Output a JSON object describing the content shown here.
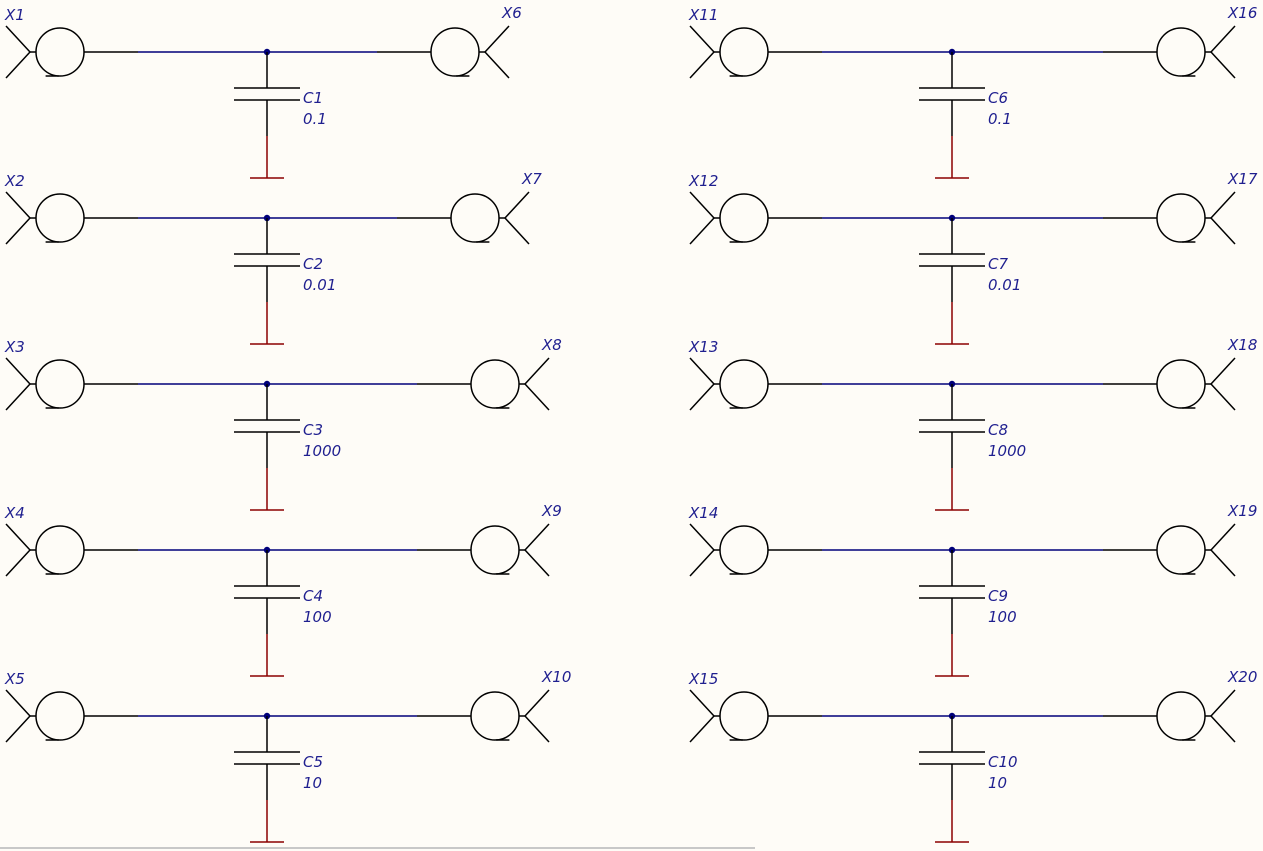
{
  "colors": {
    "background": "#fefcf7",
    "symbol": "#000000",
    "wire": "#00007a",
    "ground": "#8b0000",
    "label": "#1f1f8f"
  },
  "columns": [
    {
      "rows": [
        {
          "left_connector": "X1",
          "right_connector": "X6",
          "capacitor": "C1",
          "value": "0.1"
        },
        {
          "left_connector": "X2",
          "right_connector": "X7",
          "capacitor": "C2",
          "value": "0.01"
        },
        {
          "left_connector": "X3",
          "right_connector": "X8",
          "capacitor": "C3",
          "value": "1000"
        },
        {
          "left_connector": "X4",
          "right_connector": "X9",
          "capacitor": "C4",
          "value": "100"
        },
        {
          "left_connector": "X5",
          "right_connector": "X10",
          "capacitor": "C5",
          "value": "10"
        }
      ]
    },
    {
      "rows": [
        {
          "left_connector": "X11",
          "right_connector": "X16",
          "capacitor": "C6",
          "value": "0.1"
        },
        {
          "left_connector": "X12",
          "right_connector": "X17",
          "capacitor": "C7",
          "value": "0.01"
        },
        {
          "left_connector": "X13",
          "right_connector": "X18",
          "capacitor": "C8",
          "value": "1000"
        },
        {
          "left_connector": "X14",
          "right_connector": "X19",
          "capacitor": "C9",
          "value": "100"
        },
        {
          "left_connector": "X15",
          "right_connector": "X20",
          "capacitor": "C10",
          "value": "10"
        }
      ]
    }
  ]
}
